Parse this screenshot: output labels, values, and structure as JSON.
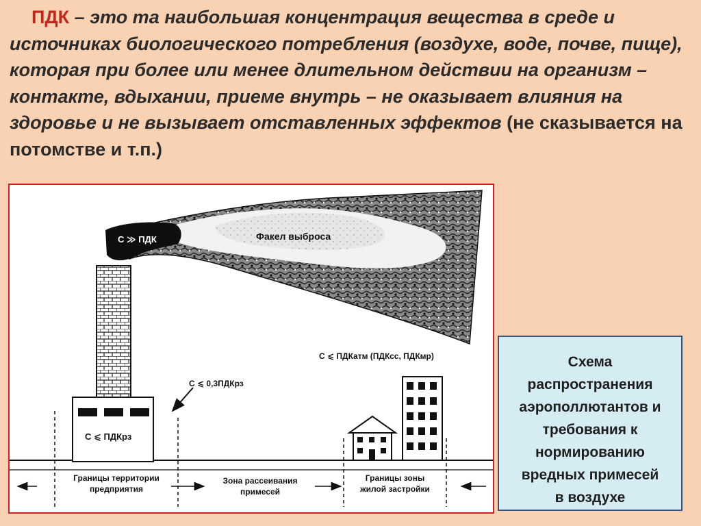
{
  "intro": {
    "term": "ПДК",
    "text_italic": " – это та наибольшая концентрация вещества в среде и источниках биологического потребления (воздухе, воде, почве, пище), которая при более или менее длительном действии на организм – контакте, вдыхании, приеме внутрь – не оказывает влияния на здоровье и не вызывает отставленных эффектов",
    "text_tail": " (не сказывается на потомстве и т.п.)"
  },
  "diagram": {
    "chimney_label": "С ≫ ПДК",
    "plume_label": "Факел выброса",
    "factory_label": "С ⩽ ПДКрз",
    "factory_edge_label": "С ⩽ 0,3ПДКрз",
    "residential_label": "С ⩽ ПДКатм (ПДКсс, ПДКмр)",
    "zones": {
      "enterprise_line1": "Границы территории",
      "enterprise_line2": "предприятия",
      "dispersion_line1": "Зона рассеивания",
      "dispersion_line2": "примесей",
      "residential_line1": "Границы зоны",
      "residential_line2": "жилой застройки"
    }
  },
  "caption": {
    "line1": "Схема",
    "line2": "распространения",
    "line3": "аэрополлютантов и",
    "line4": "требования к",
    "line5": "нормированию",
    "line6": "вредных примесей",
    "line7": "в воздухе"
  },
  "colors": {
    "background": "#f8d2b2",
    "frame_border": "#d62020",
    "term_red": "#c0281b",
    "caption_bg": "#d6ecf3",
    "caption_border": "#3a4f7a"
  }
}
